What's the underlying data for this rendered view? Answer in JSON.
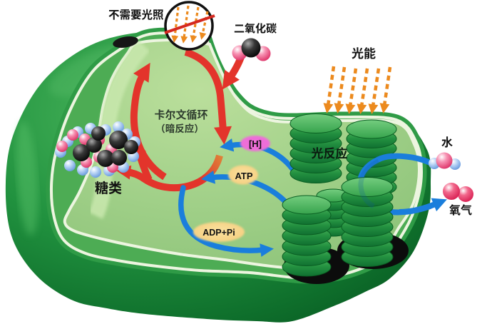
{
  "diagram": {
    "labels": {
      "no_light_needed": "不需要光照",
      "carbon_dioxide": "二氧化碳",
      "light_energy": "光能",
      "calvin_cycle": "卡尔文循环",
      "dark_reaction": "（暗反应）",
      "h_carrier": "[H]",
      "atp": "ATP",
      "adp_pi": "ADP+Pi",
      "light_reaction": "光反应",
      "water": "水",
      "oxygen": "氧气",
      "sugar": "糖类"
    },
    "flows": [
      {
        "from": "二氧化碳",
        "to": "卡尔文循环（暗反应）",
        "color": "red"
      },
      {
        "from": "光能",
        "to": "光反应",
        "color": "orange",
        "style": "dashed"
      },
      {
        "from": "光反应",
        "to": "卡尔文循环（暗反应）",
        "label": "[H]",
        "color": "blue"
      },
      {
        "from": "光反应",
        "to": "卡尔文循环（暗反应）",
        "label": "ATP",
        "color": "blue"
      },
      {
        "from": "卡尔文循环（暗反应）",
        "to": "光反应",
        "label": "ADP+Pi",
        "color": "blue"
      },
      {
        "from": "卡尔文循环（暗反应）",
        "to": "糖类",
        "color": "red"
      },
      {
        "from": "水",
        "to": "光反应",
        "color": "blue"
      },
      {
        "from": "光反应",
        "to": "氧气",
        "color": "blue"
      },
      {
        "from": "卡尔文循环（暗反应）",
        "note": "不需要光照",
        "color": "orange",
        "style": "crossed-out-dashed-light"
      }
    ],
    "colors": {
      "chloroplast_outer": "#1E8F3E",
      "stroma": "#9FCF87",
      "granum": "#2FA047",
      "red_arrow": "#E3342B",
      "blue_arrow": "#1A7EDC",
      "orange_arrow": "#EC8A1E",
      "h_badge": "#EE6ED8",
      "atp_badge": "#F6D183",
      "calvin_text": "#2F3D2F",
      "background": "#FFFFFF"
    }
  }
}
